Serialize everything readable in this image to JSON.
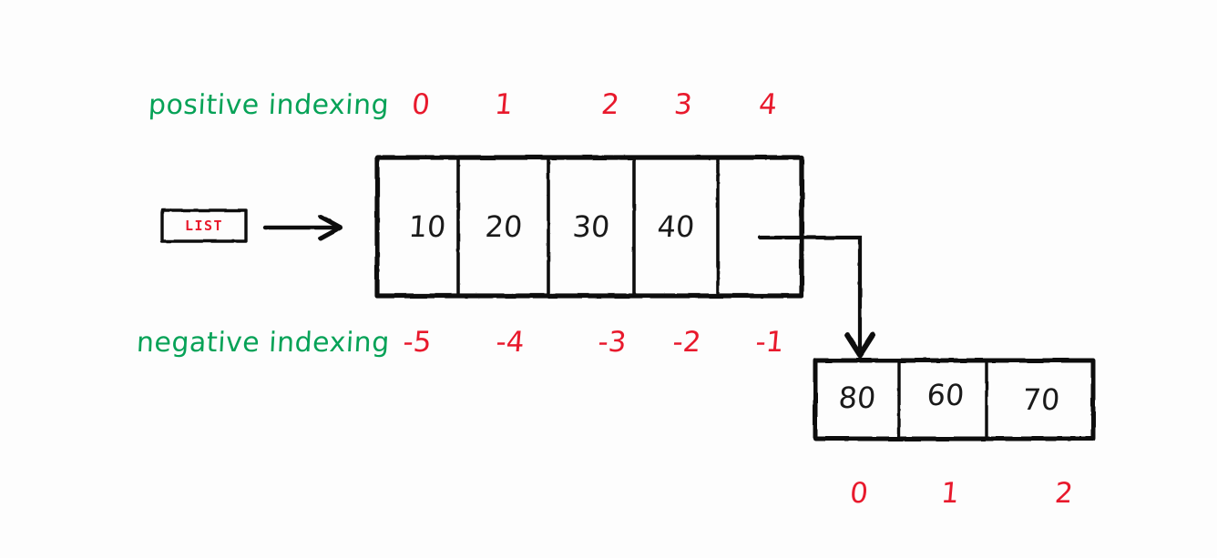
{
  "diagram": {
    "title": "python-list-positive-and-negative-indexing-with-nested-list",
    "colors": {
      "green": "#06a257",
      "red": "#e8192c",
      "ink": "#111111",
      "background": "#fdfdfd"
    },
    "labels": {
      "positive_indexing": "positive indexing",
      "negative_indexing": "negative indexing",
      "list_variable": "LIST"
    },
    "positive_indices": [
      "0",
      "1",
      "2",
      "3",
      "4"
    ],
    "negative_indices": [
      "-5",
      "-4",
      "-3",
      "-2",
      "-1"
    ],
    "main_list": {
      "cells": [
        "10",
        "20",
        "30",
        "40",
        ""
      ],
      "last_cell_is_pointer": "true"
    },
    "nested_list": {
      "cells": [
        "80",
        "60",
        "70"
      ],
      "indices": [
        "0",
        "1",
        "2"
      ]
    }
  }
}
